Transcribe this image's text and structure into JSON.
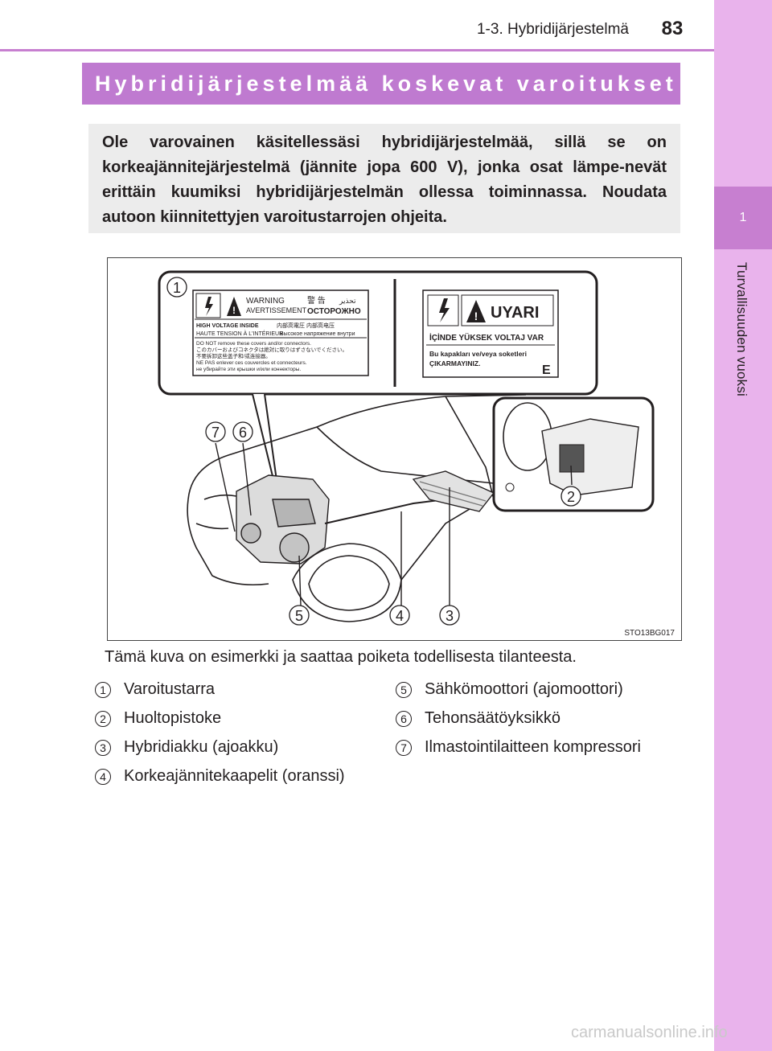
{
  "header": {
    "section": "1-3. Hybridijärjestelmä",
    "page_number": "83"
  },
  "side_tab": {
    "chapter_number": "1",
    "chapter_title": "Turvallisuuden vuoksi"
  },
  "title": "Hybridijärjestelmää koskevat varoitukset",
  "info_box": "Ole varovainen käsitellessäsi hybridijärjestelmää, sillä se on korkeajännitejärjestelmä (jännite jopa 600 V), jonka osat lämpe-nevät erittäin kuumiksi hybridijärjestelmän ollessa toiminnassa. Noudata autoon kiinnitettyjen varoitustarrojen ohjeita.",
  "figure": {
    "code": "STO13BG017",
    "callouts": [
      "1",
      "2",
      "3",
      "4",
      "5",
      "6",
      "7"
    ],
    "label_left": {
      "warning": "WARNING",
      "avertissement": "AVERTISSEMENT",
      "cjk": "警 告",
      "ru": "ОСТОРОЖНО",
      "arabic": "تحذير",
      "hv": "HIGH VOLTAGE  INSIDE",
      "cjk2": "内部高電圧  内部高电压",
      "ht": "HAUTE TENSION À L'INTÉRIEUR",
      "ru2": "Высокое напряжение внутри",
      "line1": "DO  NOT  remove  these  covers  and/or  connectors.",
      "line2": "このカバーおよびコネクタは絶対に取りはずさないでください。",
      "line3": "不要拆卸这些盖子和/或连接器。",
      "line4": "NE  PAS  enlever  ces  couvercles  et  connecteurs.",
      "line5": "не убирайте эти крышки и/или коннекторы."
    },
    "label_right": {
      "uyari": "UYARI",
      "line1": "İÇİNDE YÜKSEK VOLTAJ VAR",
      "line2": "Bu kapakları ve/veya soketleri",
      "line3": "ÇIKARMAYINIZ.",
      "letter": "E"
    }
  },
  "caption": "Tämä kuva on esimerkki ja saattaa poiketa todellisesta tilanteesta.",
  "legend": [
    {
      "num": "1",
      "label": "Varoitustarra"
    },
    {
      "num": "2",
      "label": "Huoltopistoke"
    },
    {
      "num": "3",
      "label": "Hybridiakku (ajoakku)"
    },
    {
      "num": "4",
      "label": "Korkeajännitekaapelit (oranssi)"
    },
    {
      "num": "5",
      "label": "Sähkömoottori (ajomoottori)"
    },
    {
      "num": "6",
      "label": "Tehonsäätöyksikkö"
    },
    {
      "num": "7",
      "label": "Ilmastointilaitteen kompressori"
    }
  ],
  "watermark": "carmanualsonline.info",
  "colors": {
    "accent": "#bf7ad0",
    "side_tab": "#e9b3ec",
    "info_bg": "#ececec"
  }
}
